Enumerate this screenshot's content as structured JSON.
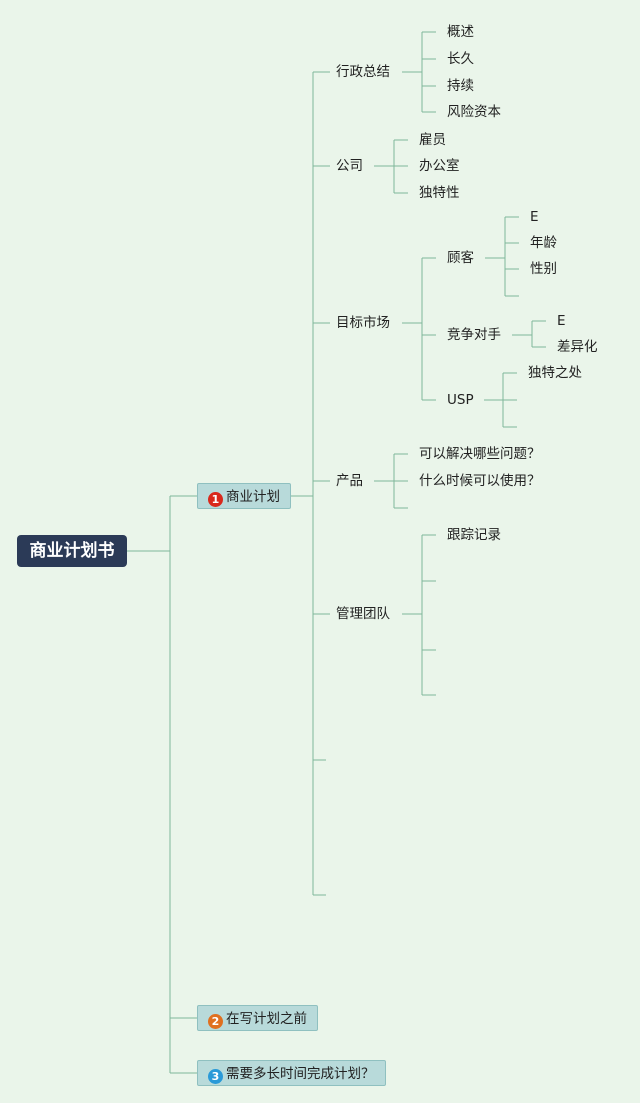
{
  "root": {
    "label": "商业计划书"
  },
  "colors": {
    "background": "#eaf5ea",
    "root_fill": "#2b3a57",
    "main_fill": "#b8dada",
    "line": "#7fb79a",
    "badge1": "#d9291c",
    "badge2": "#e07020",
    "badge3": "#2a9ad8"
  },
  "main_topics": [
    {
      "number": "1",
      "label": "商业计划",
      "icon": "number-badge-red"
    },
    {
      "number": "2",
      "label": "在写计划之前",
      "icon": "number-badge-orange"
    },
    {
      "number": "3",
      "label": "需要多长时间完成计划？",
      "icon": "number-badge-blue"
    }
  ],
  "business_plan": {
    "sections": [
      {
        "label": "行政总结",
        "children": [
          "概述",
          "长久",
          "持续",
          "风险资本"
        ]
      },
      {
        "label": "公司",
        "children": [
          "雇员",
          "办公室",
          "独特性"
        ]
      },
      {
        "label": "目标市场",
        "children": [
          {
            "label": "顾客",
            "children": [
              "E",
              "年龄",
              "性别",
              ""
            ]
          },
          {
            "label": "竞争对手",
            "children": [
              "E",
              "差异化"
            ]
          },
          {
            "label": "USP",
            "children": [
              "独特之处",
              "",
              ""
            ]
          }
        ]
      },
      {
        "label": "产品",
        "children": [
          "可以解决哪些问题？",
          "什么时候可以使用？",
          ""
        ]
      },
      {
        "label": "管理团队",
        "children": [
          "跟踪记录",
          "",
          "",
          ""
        ]
      },
      {
        "label": "",
        "children": []
      },
      {
        "label": "",
        "children": []
      }
    ]
  }
}
